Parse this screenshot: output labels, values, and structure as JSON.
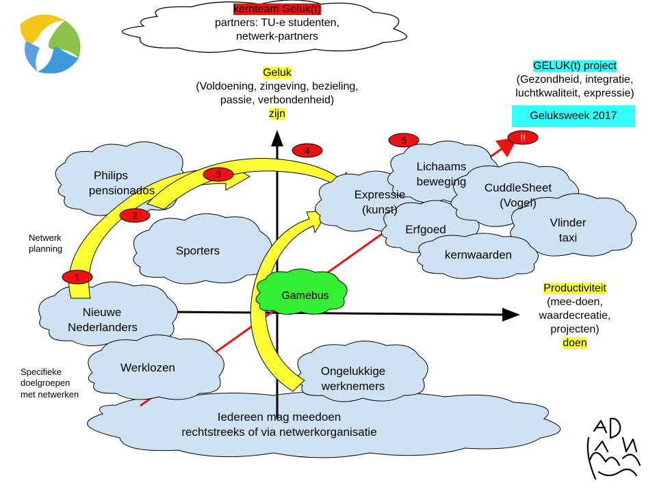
{
  "top_team": {
    "title": "kernteam Geluk(t)",
    "line1": "partners: TU-e studenten,",
    "line2": "netwerk-partners"
  },
  "geluk_axis": {
    "title": "Geluk",
    "line1": "(Voldoening, zingeving, bezieling,",
    "line2": "passie, verbondenheid)",
    "tag": "zijn"
  },
  "productiviteit_axis": {
    "title": "Productiviteit",
    "line1": "(mee-doen,",
    "line2": "waardecreatie,",
    "line3": "projecten)",
    "tag": "doen"
  },
  "project": {
    "title": "GELUK(t) project",
    "line1": "(Gezondheid, integratie,",
    "line2": "luchtkwaliteit, expressie)",
    "week": "Geluksweek 2017"
  },
  "side_labels": {
    "netwerk_1": "Netwerk",
    "netwerk_2": "planning",
    "specifieke_1": "Specifieke",
    "specifieke_2": "doelgroepen",
    "specifieke_3": "met netwerken"
  },
  "clouds": {
    "philips_1": "Philips",
    "philips_2": "pensionados",
    "sporters": "Sporters",
    "nieuwe_1": "Nieuwe",
    "nieuwe_2": "Nederlanders",
    "werklozen": "Werklozen",
    "gamebus": "Gamebus",
    "ongelukkige_1": "Ongelukkige",
    "ongelukkige_2": "werknemers",
    "expressie_1": "Expressie",
    "expressie_2": "(kunst)",
    "lichaams_1": "Lichaams",
    "lichaams_2": "beweging",
    "cuddle_1": "CuddleSheet",
    "cuddle_2": "(Vogel)",
    "erfgoed": "Erfgoed",
    "vlinder_1": "Vlinder",
    "vlinder_2": "taxi",
    "kernwaarden": "kernwaarden",
    "iedereen_1": "Iedereen mag meedoen",
    "iedereen_2": "rechtstreeks of via netwerkorganisatie"
  },
  "markers": {
    "m1": "1",
    "m2": "2",
    "m3": "3",
    "m4": "4",
    "m5": "5",
    "m6": "!!"
  },
  "colors": {
    "cloud_fill": "#cfe2f3",
    "gamebus_fill": "#33ee33",
    "arrow_yellow": "#ffff33",
    "trend_red": "#ee1111",
    "axis": "#000000"
  }
}
